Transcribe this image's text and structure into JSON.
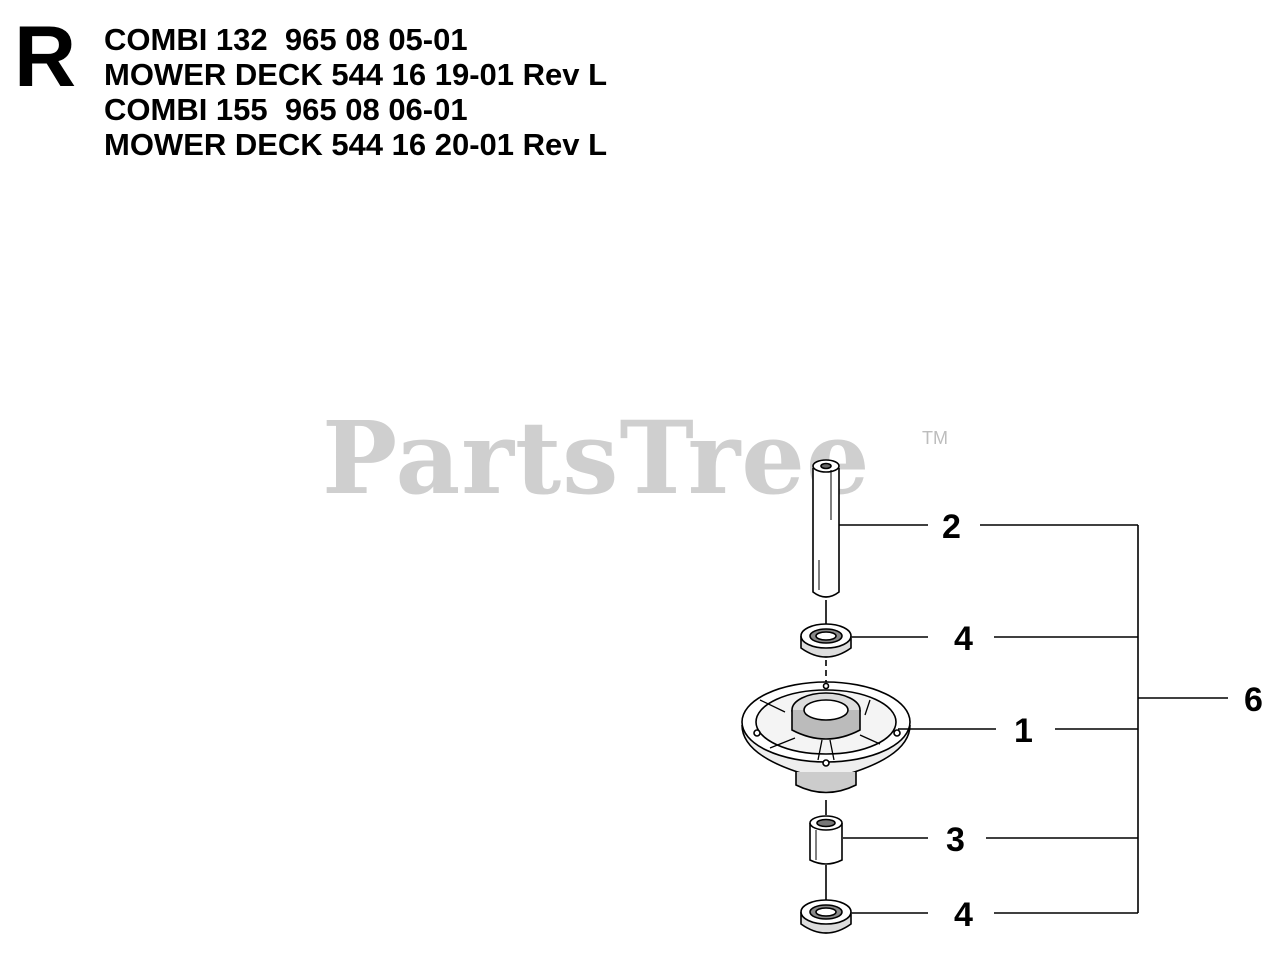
{
  "header": {
    "section_letter": "R",
    "lines": [
      "COMBI 132  965 08 05-01",
      "MOWER DECK 544 16 19-01 Rev L",
      "COMBI 155  965 08 06-01",
      "MOWER DECK 544 16 20-01 Rev L"
    ]
  },
  "watermark": {
    "text": "PartsTree",
    "tm": "TM"
  },
  "callouts": [
    {
      "id": "2",
      "label": "2",
      "part": "shaft"
    },
    {
      "id": "4a",
      "label": "4",
      "part": "upper-bearing"
    },
    {
      "id": "1",
      "label": "1",
      "part": "spindle-housing"
    },
    {
      "id": "3",
      "label": "3",
      "part": "spacer"
    },
    {
      "id": "4b",
      "label": "4",
      "part": "lower-bearing"
    },
    {
      "id": "6",
      "label": "6",
      "part": "spindle-assembly"
    }
  ]
}
